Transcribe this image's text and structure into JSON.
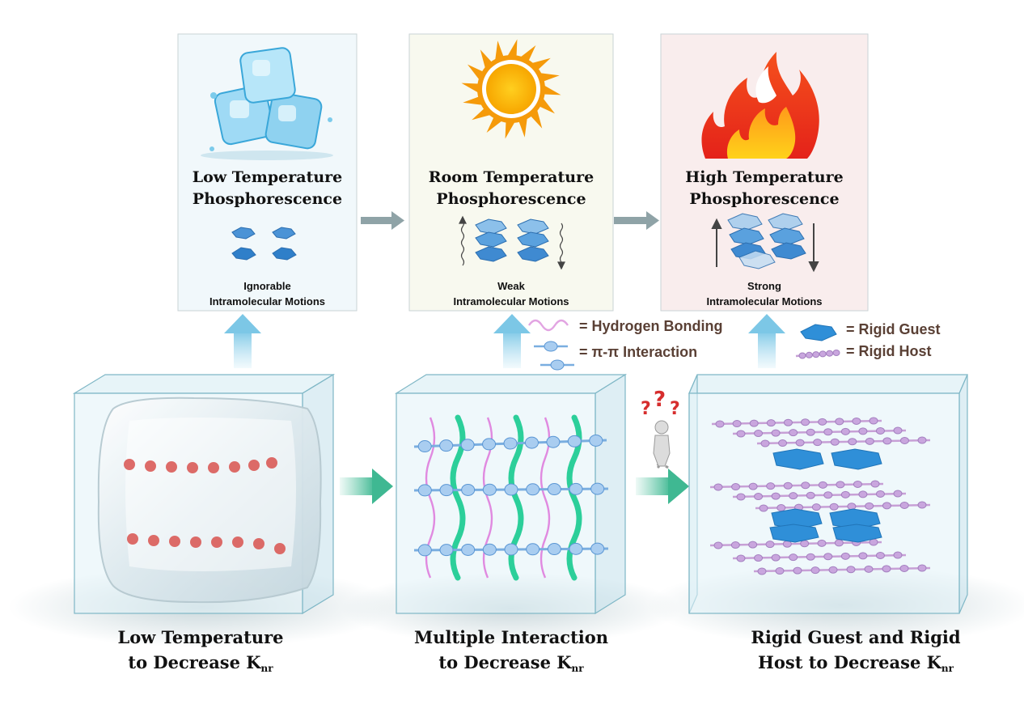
{
  "top_cards": [
    {
      "title_line1": "Low Temperature",
      "title_line2": "Phosphorescence",
      "motion_line1": "Ignorable",
      "motion_line2": "Intramolecular Motions",
      "icon": "ice-cubes-icon"
    },
    {
      "title_line1": "Room Temperature",
      "title_line2": "Phosphorescence",
      "motion_line1": "Weak",
      "motion_line2": "Intramolecular Motions",
      "icon": "sun-icon"
    },
    {
      "title_line1": "High Temperature",
      "title_line2": "Phosphorescence",
      "motion_line1": "Strong",
      "motion_line2": "Intramolecular Motions",
      "icon": "fire-icon"
    }
  ],
  "legend": {
    "hydrogen_bonding": "= Hydrogen Bonding",
    "pi_pi": "= π-π Interaction",
    "rigid_guest": "= Rigid Guest",
    "rigid_host": "= Rigid Host"
  },
  "bottom_labels": [
    {
      "line1": "Low Temperature",
      "line2_prefix": "to Decrease K",
      "line2_sub": "nr"
    },
    {
      "line1": "Multiple Interaction",
      "line2_prefix": "to Decrease K",
      "line2_sub": "nr"
    },
    {
      "line1": "Rigid Guest and Rigid",
      "line2_prefix": "Host to Decrease K",
      "line2_sub": "nr"
    }
  ],
  "colors": {
    "card_cold_bg": "#f1f8fb",
    "card_room_bg": "#f8f9ef",
    "card_hot_bg": "#f9eded",
    "arrow_gray": "#8fa3a7",
    "arrow_up_blue": "#a9dcf0",
    "arrow_right_teal": "#5ec7a6",
    "hexagon_blue": "#3d8bd1",
    "legend_text": "#5a4035",
    "red_dot": "#d9534f",
    "green_chain": "#2ccf9a",
    "pink_chain": "#e08ae0"
  }
}
